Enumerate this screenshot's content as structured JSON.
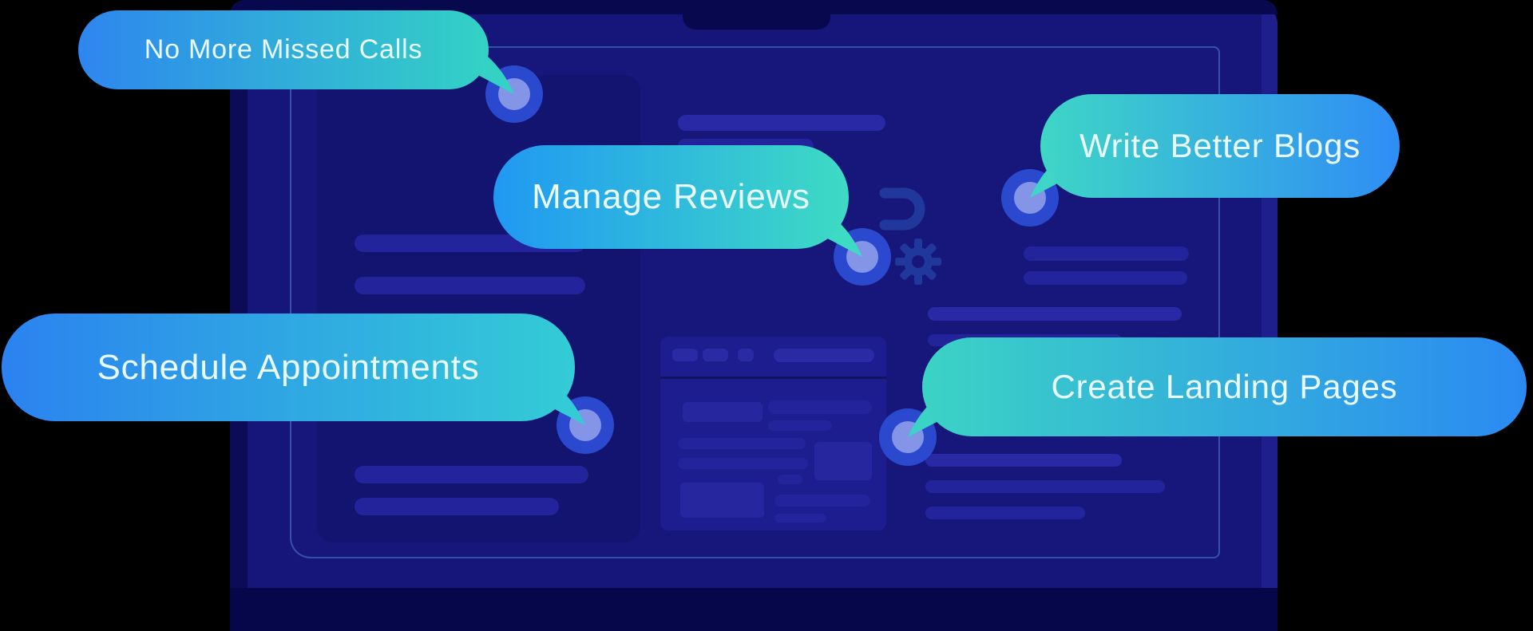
{
  "illustration": {
    "type": "laptop-features-hero",
    "background_color": "#000000",
    "text_color": "#e9fbff"
  },
  "callouts": [
    {
      "label": "No More Missed Calls",
      "gradient_start": "#2e86ef",
      "gradient_end": "#33d2c5",
      "tail": "bottom-right"
    },
    {
      "label": "Manage Reviews",
      "gradient_start": "#2098f3",
      "gradient_end": "#3edbc4",
      "tail": "bottom-right"
    },
    {
      "label": "Write Better Blogs",
      "gradient_start": "#3ed6c6",
      "gradient_end": "#2f8df5",
      "tail": "bottom-left"
    },
    {
      "label": "Schedule Appointments",
      "gradient_start": "#2b82f0",
      "gradient_end": "#33ccd6",
      "tail": "bottom-right"
    },
    {
      "label": "Create Landing Pages",
      "gradient_start": "#3bd3c5",
      "gradient_end": "#2b8af2",
      "tail": "bottom-left"
    }
  ],
  "laptop": {
    "colors": {
      "bezel": "#15157a",
      "lid_top": "#08084e",
      "left_edge": "#0b0b58",
      "right_edge": "#1e1e8c",
      "base": "#06064a",
      "screen": "#17177b",
      "screen_border": "#588cdc",
      "panel": "#131370",
      "card": "#1d1d90",
      "placeholder_bar": "#23239b",
      "dot_outer": "#2b49cf",
      "dot_inner": "#8494e6",
      "icon": "#20389c"
    }
  },
  "icons": [
    {
      "name": "camera-notch"
    },
    {
      "name": "magnet-icon"
    },
    {
      "name": "gear-icon"
    }
  ]
}
